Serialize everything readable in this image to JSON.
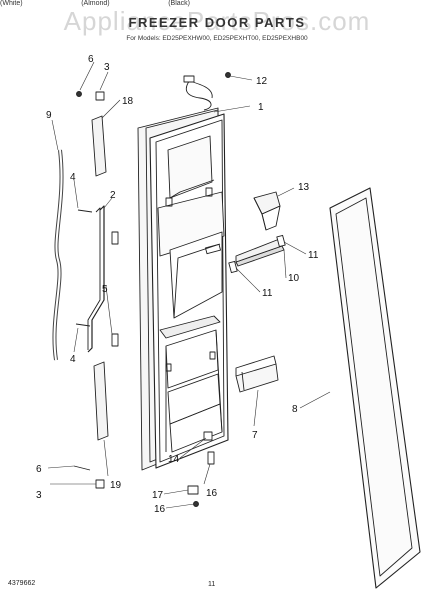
{
  "header": {
    "watermark": "AppliancePartsPros.com",
    "title": "FREEZER DOOR PARTS",
    "models": "For Models: ED25PEXHW00, ED25PEXHT00, ED25PEXHB00",
    "colors": [
      "(White)",
      "(Almond)",
      "(Black)"
    ]
  },
  "callouts": {
    "c1": "1",
    "c2": "2",
    "c3a": "3",
    "c3b": "3",
    "c4a": "4",
    "c4b": "4",
    "c5": "5",
    "c6a": "6",
    "c6b": "6",
    "c7": "7",
    "c8": "8",
    "c9": "9",
    "c10": "10",
    "c11a": "11",
    "c11b": "11",
    "c12": "12",
    "c13": "13",
    "c14": "14",
    "c16a": "16",
    "c16b": "16",
    "c17": "17",
    "c18": "18",
    "c19": "19"
  },
  "footer": {
    "doc_number": "4379662",
    "page": "11"
  }
}
